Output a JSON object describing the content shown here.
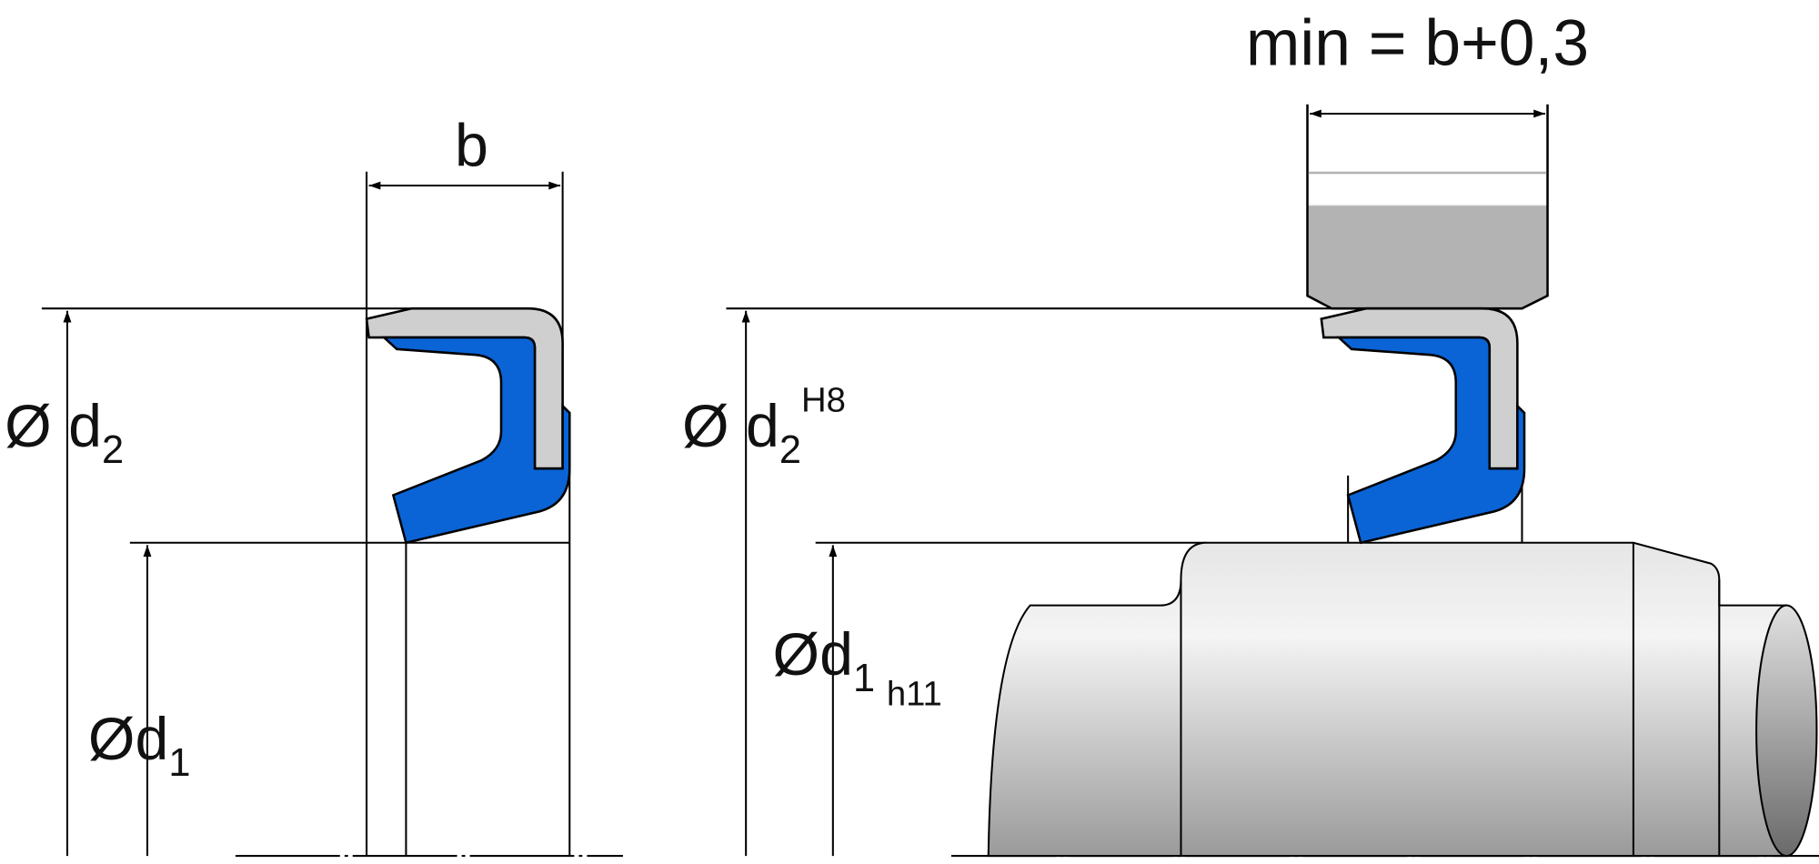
{
  "colors": {
    "seal": "#0a64d6",
    "case": "#cfcfcf",
    "housing": "#b3b3b3",
    "shaft": "#d8d8d8"
  },
  "left": {
    "b_label": "b",
    "d2_symbol": "Ø d",
    "d2_sub": "2",
    "d1_symbol": "Ød",
    "d1_sub": "1"
  },
  "right": {
    "min_label": "min = b+0,3",
    "d2_symbol": "Ø d",
    "d2_sub": "2",
    "d2_tol": "H8",
    "d1_symbol": "Ød",
    "d1_sub": "1",
    "d1_tol": "h11"
  }
}
